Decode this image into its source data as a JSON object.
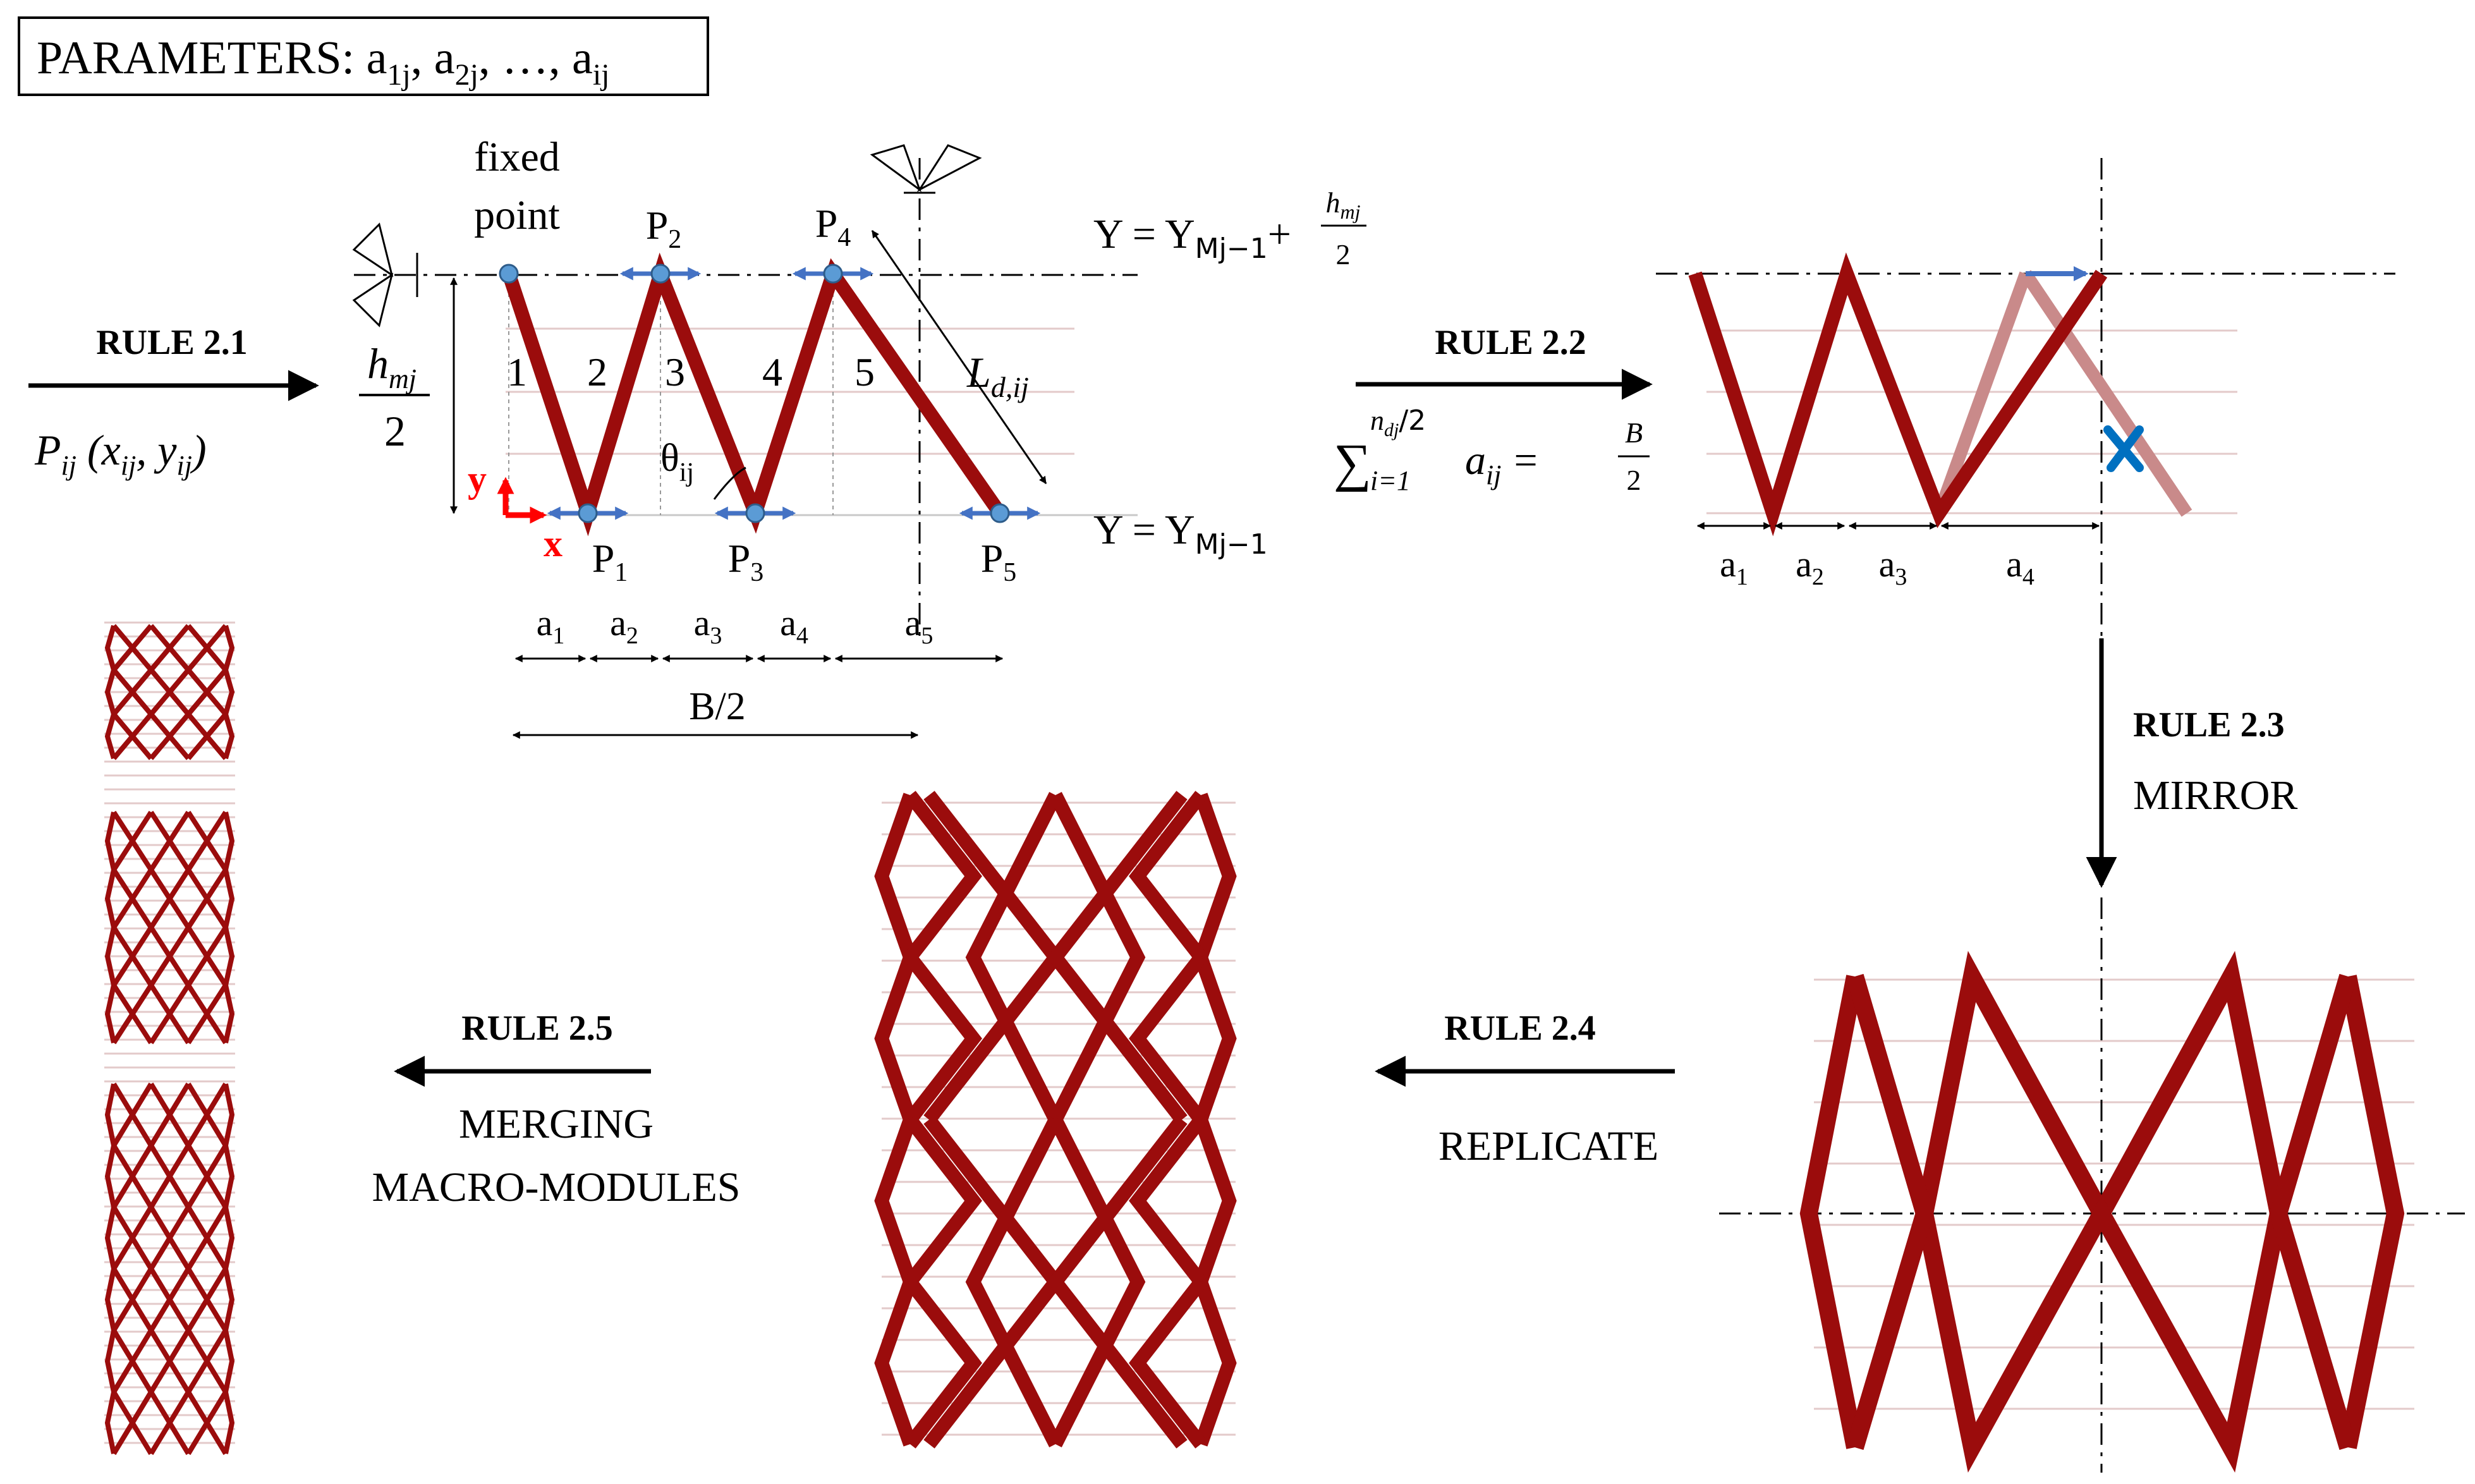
{
  "colors": {
    "strut": "#9b0c0c",
    "strut_fade": "#c98a8a",
    "node": "#5b9bd5",
    "arrow_blue": "#4472c4",
    "axis_red": "#ff0000",
    "mark_blue": "#0070c0",
    "grid": "#e3caca"
  },
  "params": {
    "lead": "PARAMETERS:  a",
    "s1": "1j",
    ",  a": ", a",
    "s2": "2j",
    "mid": ", …, a",
    "sij": "ij"
  },
  "rule21": {
    "title": "RULE 2.1",
    "P": "P",
    "ij": "ij",
    "open": " (",
    "x": "x",
    "y": "y",
    "close": ")",
    "comma": ", "
  },
  "step1": {
    "fixed1": "fixed",
    "fixed2": "point",
    "hm_h": "h",
    "hm_sub": "mj",
    "hm_den": "2",
    "ax_y": "y",
    "ax_x": "x",
    "seg": [
      "1",
      "2",
      "3",
      "4",
      "5"
    ],
    "P": "P",
    "pn": [
      "1",
      "2",
      "3",
      "4",
      "5"
    ],
    "L": "L",
    "Lsub": "d,ij",
    "theta": "θ",
    "theta_sub": "ij",
    "a": "a",
    "an": [
      "1",
      "2",
      "3",
      "4",
      "5"
    ],
    "B2": "B/2",
    "Ytop_pre": "Y = Y",
    "Ytop_sub": "Mj−1",
    "Ytop_plus": "+",
    "Ytop_h": "h",
    "Ytop_hsub": "mj",
    "Ytop_den": "2",
    "Ybot_pre": "Y = Y",
    "Ybot_sub": "Mj−1"
  },
  "rule22": {
    "title": "RULE 2.2",
    "sum": "∑",
    "upper": "n",
    "upper_sub": "dj",
    "upper_tail": "/2",
    "lower": "i=1",
    "a": "a",
    "a_sub": "ij",
    "eq": "=",
    "B": "B",
    "den": "2",
    "an": [
      "1",
      "2",
      "3",
      "4"
    ]
  },
  "rule23": {
    "title": "RULE 2.3",
    "label": "MIRROR"
  },
  "rule24": {
    "title": "RULE 2.4",
    "label": "REPLICATE"
  },
  "rule25": {
    "title": "RULE 2.5",
    "label1": "MERGING",
    "label2": "MACRO-MODULES"
  }
}
